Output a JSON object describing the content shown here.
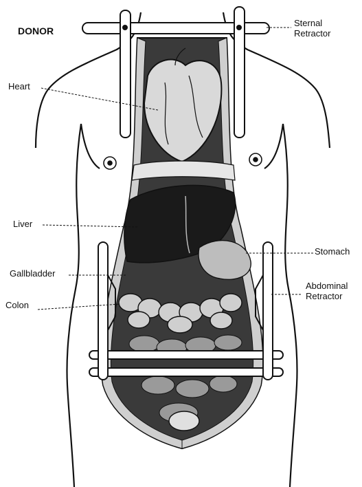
{
  "title": "DONOR",
  "labels": {
    "sternal_retractor_1": "Sternal",
    "sternal_retractor_2": "Retractor",
    "heart": "Heart",
    "liver": "Liver",
    "stomach": "Stomach",
    "gallbladder": "Gallbladder",
    "abdominal_retractor_1": "Abdominal",
    "abdominal_retractor_2": "Retractor",
    "colon": "Colon"
  }
}
